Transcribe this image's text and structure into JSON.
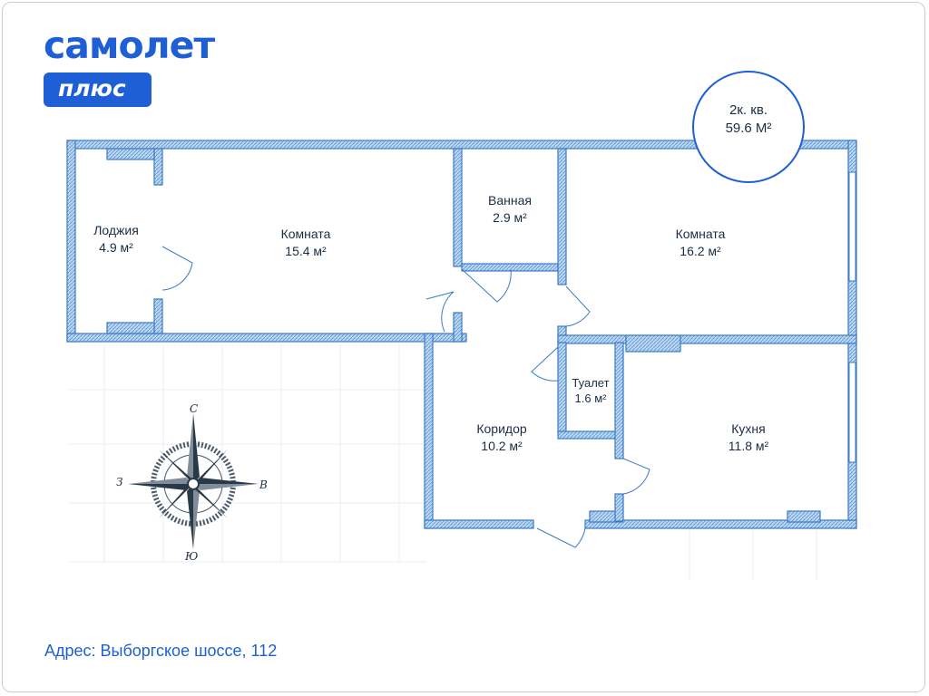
{
  "brand": {
    "name": "самолет",
    "badge": "плюс",
    "accent_color": "#1f5fd6"
  },
  "apartment": {
    "type": "2к. кв.",
    "total_area": "59.6 М²"
  },
  "rooms": [
    {
      "name": "Лоджия",
      "area": "4.9 м²"
    },
    {
      "name": "Комната",
      "area": "15.4 м²"
    },
    {
      "name": "Ванная",
      "area": "2.9 м²"
    },
    {
      "name": "Комната",
      "area": "16.2 м²"
    },
    {
      "name": "Туалет",
      "area": "1.6 м²"
    },
    {
      "name": "Коридор",
      "area": "10.2 м²"
    },
    {
      "name": "Кухня",
      "area": "11.8 м²"
    }
  ],
  "compass": {
    "north": "С",
    "south": "Ю",
    "west": "З",
    "east": "В"
  },
  "address": "Адрес: Выборгское шоссе, 112",
  "colors": {
    "wall_fill": "#b8d4ee",
    "wall_stroke": "#3a7bc8",
    "grid": "#e8edf3"
  }
}
